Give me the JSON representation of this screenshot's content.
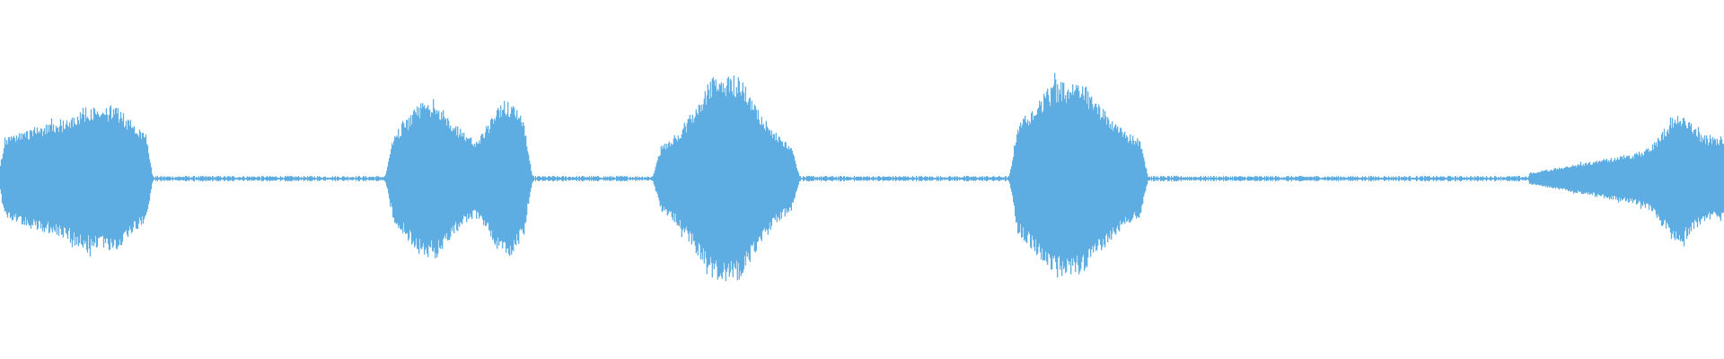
{
  "waveform": {
    "color": "#5dade2",
    "background": "#ffffff",
    "duration_fraction_segments": [
      {
        "start": 0.0,
        "end": 0.0885,
        "peak": 0.2,
        "shape": "bump-late"
      },
      {
        "start": 0.223,
        "end": 0.309,
        "peak": 0.22,
        "shape": "twin"
      },
      {
        "start": 0.378,
        "end": 0.464,
        "peak": 0.29,
        "shape": "center"
      },
      {
        "start": 0.585,
        "end": 0.666,
        "peak": 0.27,
        "shape": "front"
      },
      {
        "start": 0.887,
        "end": 1.0,
        "peak": 0.19,
        "shape": "ramp-up"
      }
    ],
    "baseline_noise": 0.012
  }
}
